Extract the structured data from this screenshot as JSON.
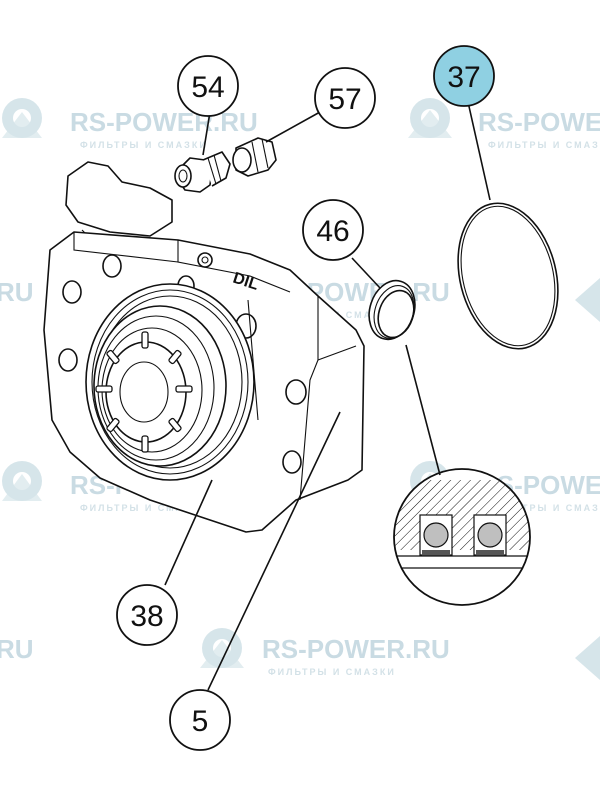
{
  "watermark": {
    "brand": "RS-POWER.RU",
    "brand_partial": "RS-POWE",
    "brand_tail": "RU",
    "tagline": "ФИЛЬТРЫ И СМАЗКИ",
    "icon": "rs-power-logo-icon",
    "color": "#c9dbe3"
  },
  "part_stamp": "DIL",
  "callouts": [
    {
      "id": "c54",
      "label": "54",
      "highlight": false
    },
    {
      "id": "c57",
      "label": "57",
      "highlight": false
    },
    {
      "id": "c37",
      "label": "37",
      "highlight": true,
      "color": "#8fd0e2"
    },
    {
      "id": "c46",
      "label": "46",
      "highlight": false
    },
    {
      "id": "c38",
      "label": "38",
      "highlight": false
    },
    {
      "id": "c5",
      "label": "5",
      "highlight": false
    }
  ]
}
